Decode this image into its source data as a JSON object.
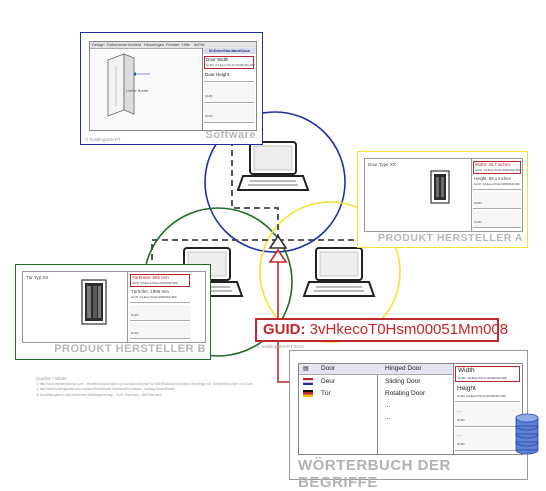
{
  "software": {
    "title": "Software",
    "menu": [
      "Design",
      "Dokumente",
      "Ansicht",
      "Hinzufügen",
      "Fenster",
      "Hilfe",
      "IfcFile"
    ],
    "header": "IfcDoorStandardCase",
    "field1_label": "Door Width",
    "field1_guid": "GUID: 3vHkecoT0Hsm00051Mm008",
    "field2_label": "Door Height",
    "left_label": "Lichte Breite",
    "row1": "GUID",
    "row2": "GUID",
    "caption": "© buildingSMART"
  },
  "hersteller_a": {
    "title": "PRODUKT HERSTELLER A",
    "door_type": "Door Type XX",
    "width": "Width: 45,7 inches",
    "width_guid": "GUID: 3vHkecoT0Hsm00051Mm008",
    "height": "Height: 85,1 inches",
    "height_guid": "GUID: 3vHkecoT0Hsm00051Mm009",
    "row1": "GUID",
    "row2": "GUID"
  },
  "hersteller_b": {
    "title": "PRODUKT HERSTELLER B",
    "door_type": "Tür Typ XX",
    "width": "Türbreite: 985 mm",
    "width_guid": "GUID: 3vHkecoT0Hsm00051Mm008",
    "height": "Türhöhe: 1995 mm",
    "height_guid": "GUID: 3vHkecoT0Hsm00051Mm009",
    "row1": "GUID",
    "row2": "GUID"
  },
  "guid_box": {
    "prefix": "GUID:",
    "value": "3vHkecoT0Hsm00051Mm008"
  },
  "copyright": "© buildingSMART 2014",
  "woerterbuch": {
    "title": "WÖRTERBUCH DER BEGRIFFE",
    "col1_header": "Door",
    "col2_header": "Hinged Door",
    "languages": [
      "Deur",
      "Tür"
    ],
    "terms": [
      "Sliding Door",
      "Rotating Door",
      "...",
      "..."
    ],
    "prop_width": "Width",
    "prop_width_guid": "GUID: 3vHkecoT0Hsm00051Mm008",
    "prop_height": "Height",
    "prop_height_guid": "GUID: 3vHkecoT0Hsm00051Mm009",
    "more": [
      "...",
      "GUID",
      "...",
      "GUID"
    ]
  },
  "sources": [
    "Quellen / Bilder:",
    "1) http://www.rfgintelnational.com/ - Modellierungsumgebung & Austauschformat für BIM (Building Information Modeling) inkl. Komplettlösungen und Tools",
    "2) http://www.buildingsmart-tech.org/specifications/ifc-releases/ifc4-release - Katalog Bauteilklasse",
    "3) Darstellungsform: http://dictionary.buildingsmart.org/ - GUID Dictionary - BIM Standard"
  ],
  "colors": {
    "blue": "#1f2fa8",
    "green": "#1f6b2a",
    "yellow": "#f2e233",
    "red": "#c0272d",
    "grey_title": "#b7b7b7"
  }
}
